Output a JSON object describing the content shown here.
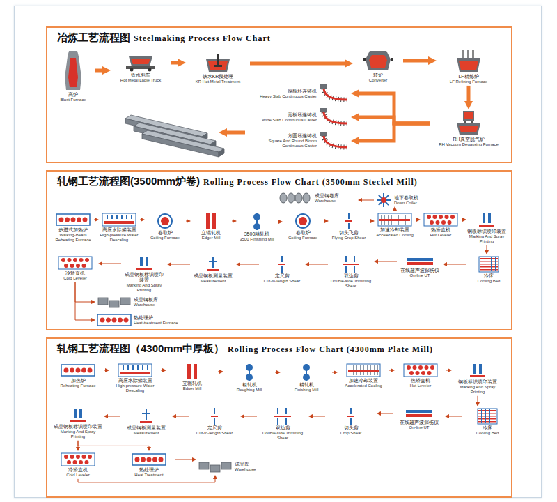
{
  "diagram": {
    "nodes": [
      {
        "text": [
          "冶炼工艺流程图",
          "Steelmaking Process Flow Chart"
        ]
      },
      {
        "text": [
          "高炉",
          "Blast Furnace"
        ],
        "in": 0
      },
      {
        "text": [
          "铁水包车",
          "Hot Metal Ladle Truck"
        ],
        "in": 0
      },
      {
        "text": [
          "铁水KR预处理",
          "KR Hot Metal Treatment"
        ],
        "in": 0
      },
      {
        "text": [
          "转炉",
          "Converter"
        ],
        "in": 0
      },
      {
        "text": [
          "LF精炼炉",
          "LF Refining Furnace"
        ],
        "in": 0
      },
      {
        "text": [
          "RH真空脱气炉",
          "RH Vacuum Degassing Furnace"
        ],
        "in": 0
      },
      {
        "text": [
          "厚板坯连铸机",
          "Heavy Slab Continuous Caster"
        ],
        "in": 0
      },
      {
        "text": [
          "宽板坯连铸机",
          "Wide Slab Continuous Caster"
        ],
        "in": 0
      },
      {
        "text": [
          "方圆坯连铸机",
          "Square And Round Bloom Continuous Caster"
        ],
        "in": 0
      },
      {
        "text": [
          "轧钢工艺流程图(3500mm炉卷)",
          "Rolling Process Flow Chart (3500mm Steckel Mill)"
        ]
      },
      {
        "text": [
          "成品钢卷库",
          "Warehouse"
        ],
        "in": 10
      },
      {
        "text": [
          "地下卷取机",
          "Down Coiler"
        ],
        "in": 10
      },
      {
        "text": [
          "步进式加热炉",
          "Walking-Beam Reheating Furnace"
        ],
        "in": 10
      },
      {
        "text": [
          "高压水除鳞装置",
          "High-pressure Water Descaling"
        ],
        "in": 10
      },
      {
        "text": [
          "卷取炉",
          "Coiling Furnace"
        ],
        "in": 10
      },
      {
        "text": [
          "立辊轧机",
          "Edger Mill"
        ],
        "in": 10
      },
      {
        "text": [
          "3500精轧机",
          "3500 Finishing Mill"
        ],
        "in": 10
      },
      {
        "text": [
          "卷取炉",
          "Coiling Furnace"
        ],
        "in": 10
      },
      {
        "text": [
          "切头飞剪",
          "Flying Crop Shear"
        ],
        "in": 10
      },
      {
        "text": [
          "加速冷却装置",
          "Accelerated Cooling"
        ],
        "in": 10
      },
      {
        "text": [
          "热矫直机",
          "Hot Leveler"
        ],
        "in": 10
      },
      {
        "text": [
          "钢板标识喷印装置",
          "Marking And Spray Printing"
        ],
        "in": 10
      },
      {
        "text": [
          "冷矫直机",
          "Cold Leveler"
        ],
        "in": 10
      },
      {
        "text": [
          "成品钢板标识喷印装置",
          "Marking And Spray Printing"
        ],
        "in": 10
      },
      {
        "text": [
          "成品钢板测量装置",
          "Measurement"
        ],
        "in": 10
      },
      {
        "text": [
          "定尺剪",
          "Cut-to-length Shear"
        ],
        "in": 10
      },
      {
        "text": [
          "双边剪",
          "Double-side Trimming Shear"
        ],
        "in": 10
      },
      {
        "text": [
          "在线超声波探伤仪",
          "On-line UT"
        ],
        "in": 10
      },
      {
        "text": [
          "冷床",
          "Cooling Bed"
        ],
        "in": 10
      },
      {
        "text": [
          "成品钢板库",
          "Warehouse"
        ],
        "in": 10
      },
      {
        "text": [
          "热处理炉",
          "Heat-treatment Furnace"
        ],
        "in": 10
      },
      {
        "text": [
          "轧钢工艺流程图（4300mm中厚板）",
          "Rolling Process Flow Chart (4300mm Plate Mill)"
        ]
      },
      {
        "text": [
          "加热炉",
          "Reheating Furnace"
        ],
        "in": 32
      },
      {
        "text": [
          "高压水除鳞装置",
          "High-pressure Water Descaling"
        ],
        "in": 32
      },
      {
        "text": [
          "立辊轧机",
          "Edger Mill"
        ],
        "in": 32
      },
      {
        "text": [
          "粗轧机",
          "Roughing Mill"
        ],
        "in": 32
      },
      {
        "text": [
          "精轧机",
          "Finishing Mill"
        ],
        "in": 32
      },
      {
        "text": [
          "加速冷却装置",
          "Accelerated Cooling"
        ],
        "in": 32
      },
      {
        "text": [
          "热矫直机",
          "Hot Leveler"
        ],
        "in": 32
      },
      {
        "text": [
          "钢板标识喷印装置",
          "Marking And Spray Printing"
        ],
        "in": 32
      },
      {
        "text": [
          "成品钢板标识喷印装置",
          "Marking And Spray Printing"
        ],
        "in": 32
      },
      {
        "text": [
          "成品钢板测量装置",
          "Measurement"
        ],
        "in": 32
      },
      {
        "text": [
          "定尺剪",
          "Cut-to-length Shear"
        ],
        "in": 32
      },
      {
        "text": [
          "双边剪",
          "Double-side Trimming Shear"
        ],
        "in": 32
      },
      {
        "text": [
          "切头剪",
          "Crop Shear"
        ],
        "in": 32
      },
      {
        "text": [
          "在线超声波探伤仪",
          "On-line UT"
        ],
        "in": 32
      },
      {
        "text": [
          "冷床",
          "Cooling Bed"
        ],
        "in": 32
      },
      {
        "text": [
          "冷矫直机",
          "Cold Leveler"
        ],
        "in": 32
      },
      {
        "text": [
          "热处理炉",
          "Heat Treatment"
        ],
        "in": 32
      },
      {
        "text": [
          "成品库",
          "Warehouse"
        ],
        "in": 32
      }
    ],
    "edges": [
      {
        "from": 1,
        "to": 2,
        "arrow": "to"
      },
      {
        "from": 2,
        "to": 3,
        "arrow": "to"
      },
      {
        "from": 3,
        "to": 4,
        "arrow": "to"
      },
      {
        "from": 4,
        "to": 5,
        "arrow": "to"
      },
      {
        "from": 5,
        "to": 6,
        "arrow": "to"
      },
      {
        "from": 6,
        "to": 7,
        "arrow": "to"
      },
      {
        "from": 6,
        "to": 8,
        "arrow": "to"
      },
      {
        "from": 6,
        "to": 9,
        "arrow": "to"
      },
      {
        "from": 13,
        "to": 14,
        "arrow": "to"
      },
      {
        "from": 14,
        "to": 15,
        "arrow": "to"
      },
      {
        "from": 15,
        "to": 16,
        "arrow": "to"
      },
      {
        "from": 16,
        "to": 17,
        "arrow": "to"
      },
      {
        "from": 17,
        "to": 18,
        "arrow": "to"
      },
      {
        "from": 18,
        "to": 19,
        "arrow": "to"
      },
      {
        "from": 19,
        "to": 20,
        "arrow": "to"
      },
      {
        "from": 20,
        "to": 21,
        "arrow": "to"
      },
      {
        "from": 21,
        "to": 22,
        "arrow": "to"
      },
      {
        "from": 20,
        "to": 12,
        "arrow": "to"
      },
      {
        "from": 12,
        "to": 11,
        "arrow": "to"
      },
      {
        "from": 22,
        "to": 29,
        "arrow": "to"
      },
      {
        "from": 29,
        "to": 28,
        "arrow": "to"
      },
      {
        "from": 28,
        "to": 27,
        "arrow": "to"
      },
      {
        "from": 27,
        "to": 26,
        "arrow": "to"
      },
      {
        "from": 26,
        "to": 25,
        "arrow": "to"
      },
      {
        "from": 25,
        "to": 24,
        "arrow": "to"
      },
      {
        "from": 24,
        "to": 23,
        "arrow": "to"
      },
      {
        "from": 23,
        "to": 30,
        "arrow": "to"
      },
      {
        "from": 23,
        "to": 31,
        "arrow": "to"
      },
      {
        "from": 33,
        "to": 34,
        "arrow": "to"
      },
      {
        "from": 34,
        "to": 35,
        "arrow": "to"
      },
      {
        "from": 35,
        "to": 36,
        "arrow": "to"
      },
      {
        "from": 36,
        "to": 37,
        "arrow": "to"
      },
      {
        "from": 37,
        "to": 38,
        "arrow": "to"
      },
      {
        "from": 38,
        "to": 39,
        "arrow": "to"
      },
      {
        "from": 39,
        "to": 40,
        "arrow": "to"
      },
      {
        "from": 40,
        "to": 47,
        "arrow": "to"
      },
      {
        "from": 47,
        "to": 46,
        "arrow": "to"
      },
      {
        "from": 46,
        "to": 45,
        "arrow": "to"
      },
      {
        "from": 45,
        "to": 44,
        "arrow": "to"
      },
      {
        "from": 44,
        "to": 43,
        "arrow": "to"
      },
      {
        "from": 43,
        "to": 42,
        "arrow": "to"
      },
      {
        "from": 42,
        "to": 41,
        "arrow": "to"
      },
      {
        "from": 41,
        "to": 48,
        "arrow": "to"
      },
      {
        "from": 41,
        "to": 49,
        "arrow": "to"
      },
      {
        "from": 48,
        "to": 50,
        "arrow": "to"
      },
      {
        "from": 49,
        "to": 50,
        "arrow": "to"
      }
    ]
  }
}
